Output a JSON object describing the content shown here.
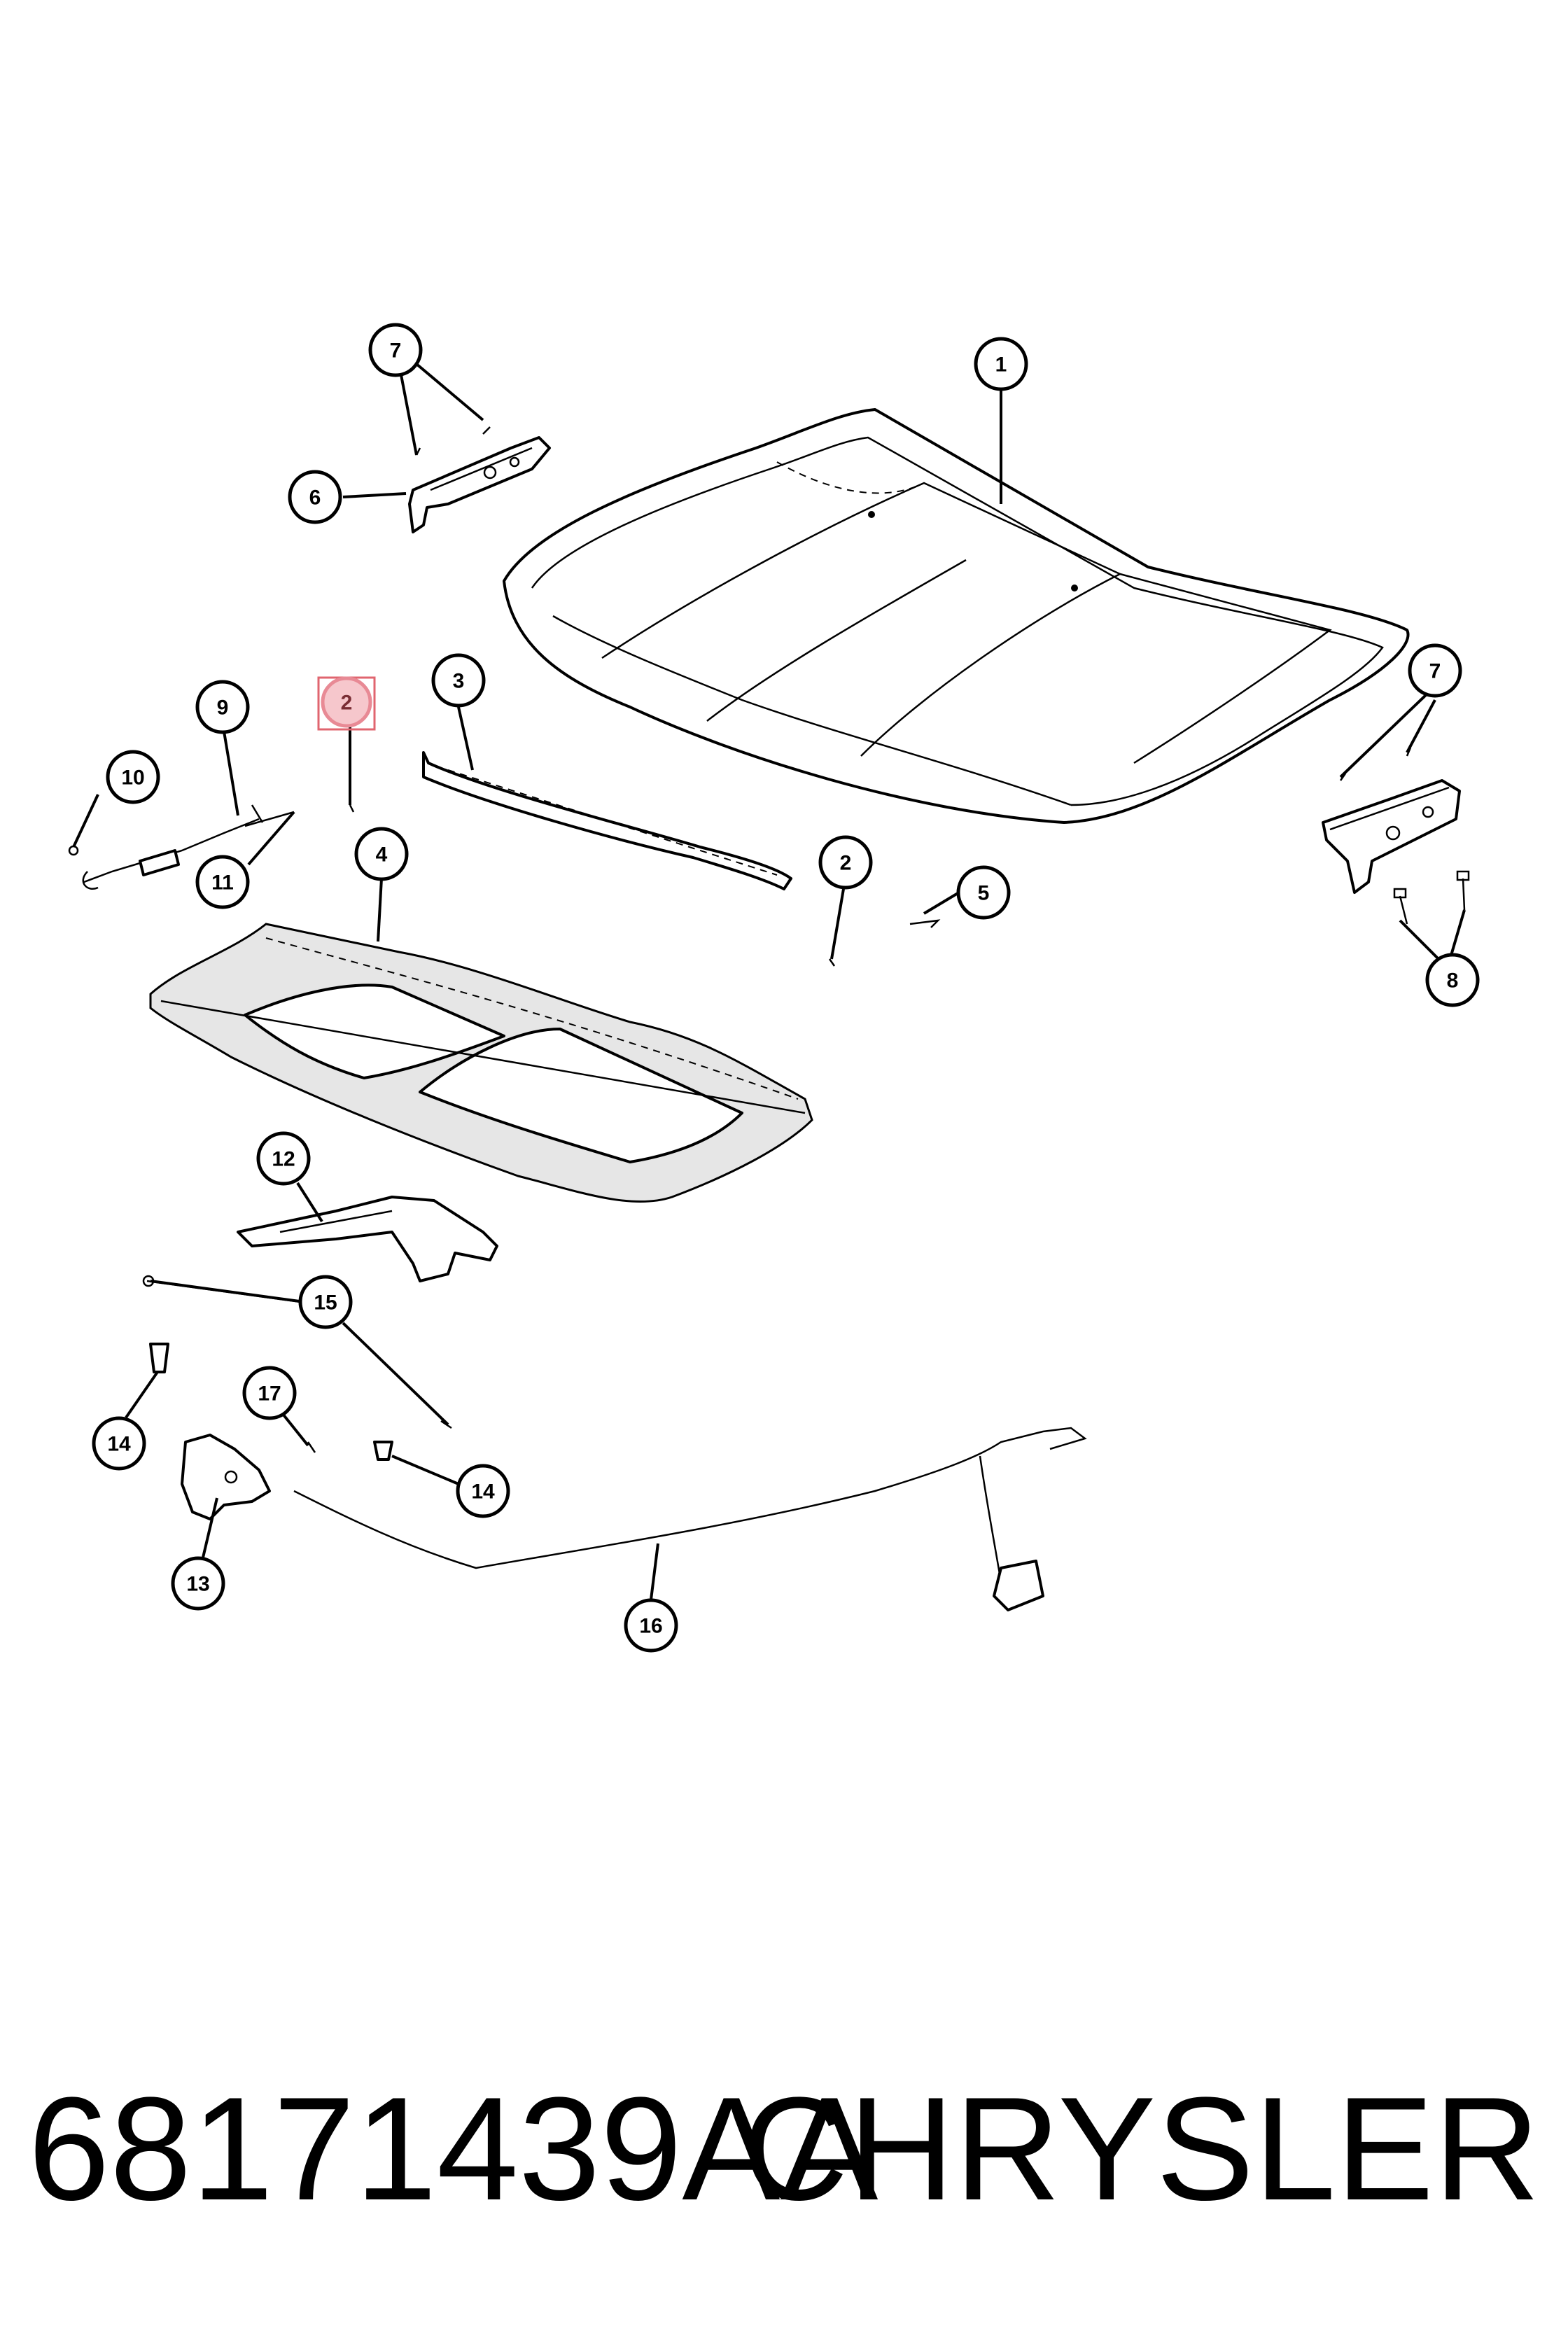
{
  "callouts": [
    {
      "id": "c1",
      "label": "1"
    },
    {
      "id": "c2a",
      "label": "2"
    },
    {
      "id": "c2b",
      "label": "2"
    },
    {
      "id": "c3",
      "label": "3"
    },
    {
      "id": "c4",
      "label": "4"
    },
    {
      "id": "c5",
      "label": "5"
    },
    {
      "id": "c6",
      "label": "6"
    },
    {
      "id": "c7a",
      "label": "7"
    },
    {
      "id": "c7b",
      "label": "7"
    },
    {
      "id": "c8",
      "label": "8"
    },
    {
      "id": "c9",
      "label": "9"
    },
    {
      "id": "c10",
      "label": "10"
    },
    {
      "id": "c11",
      "label": "11"
    },
    {
      "id": "c12",
      "label": "12"
    },
    {
      "id": "c13",
      "label": "13"
    },
    {
      "id": "c14a",
      "label": "14"
    },
    {
      "id": "c14b",
      "label": "14"
    },
    {
      "id": "c15",
      "label": "15"
    },
    {
      "id": "c16",
      "label": "16"
    },
    {
      "id": "c17",
      "label": "17"
    }
  ],
  "highlighted_callout": "2",
  "colors": {
    "highlight_fill": "#f6c7cc",
    "highlight_stroke": "#e0656f",
    "line": "#000000"
  },
  "footer": {
    "part_number": "68171439AA",
    "brand": "CHRYSLER"
  }
}
